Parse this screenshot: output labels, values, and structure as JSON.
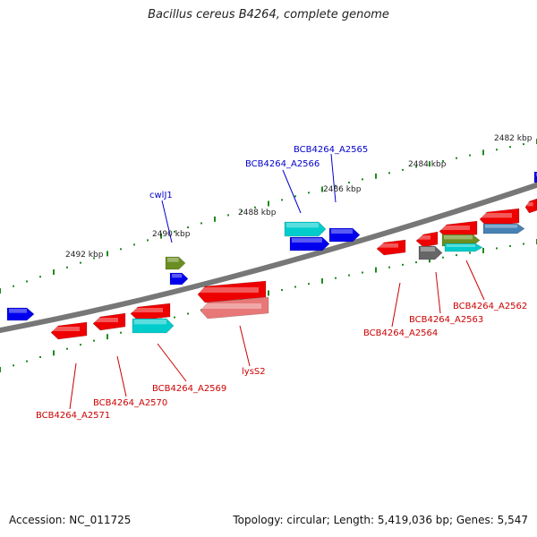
{
  "title": "Bacillus cereus B4264, complete genome",
  "footer": {
    "accession": "Accession: NC_011725",
    "summary": "Topology: circular; Length: 5,419,036 bp; Genes: 5,547"
  },
  "colors": {
    "backbone": "#777777",
    "tick_upper": "#1f8a1f",
    "tick_lower": "#1f8a1f",
    "red": "#ee0000",
    "blue": "#0000ee",
    "cyan": "#00cccc",
    "olive": "#6b8e23",
    "pink": "#e87878",
    "gray": "#666666",
    "steel": "#4682b4",
    "label_red": "#cc0000",
    "label_blue": "#0000cc"
  },
  "kbp_labels": [
    "2482 kbp",
    "2484 kbp",
    "2486 kbp",
    "2488 kbp",
    "2490 kbp",
    "2492 kbp"
  ],
  "gene_labels_top": [
    "BCB4264_A2565",
    "BCB4264_A2566",
    "cwlJ1"
  ],
  "gene_labels_bottom": [
    "BCB4264_A2562",
    "BCB4264_A2563",
    "BCB4264_A2564",
    "lysS2",
    "BCB4264_A2569",
    "BCB4264_A2570",
    "BCB4264_A2571"
  ]
}
